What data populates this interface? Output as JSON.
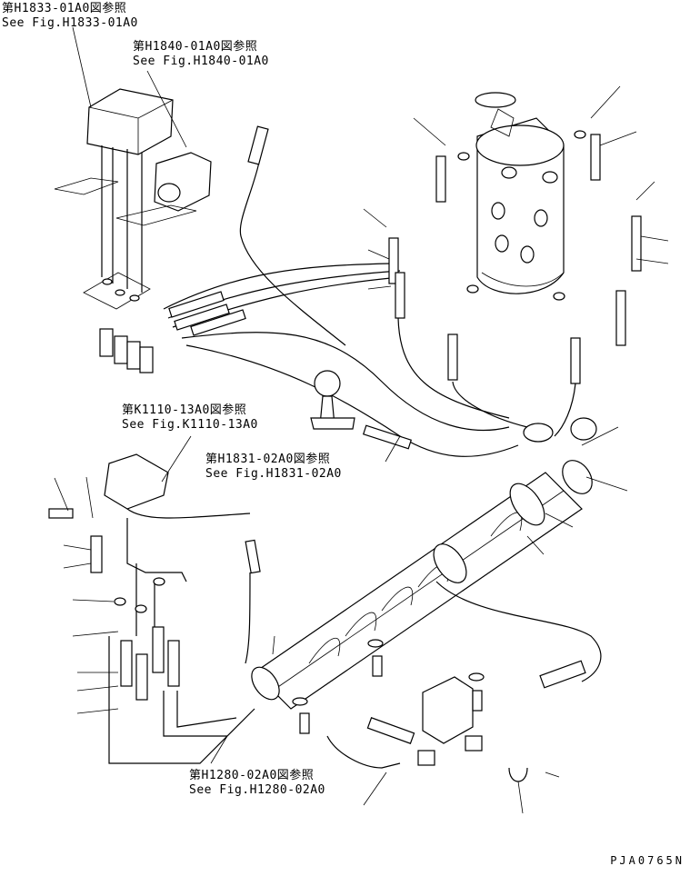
{
  "references": [
    {
      "id": "h1833",
      "jp": "第H1833-01A0図参照",
      "en": "See Fig.H1833-01A0"
    },
    {
      "id": "h1840",
      "jp": "第H1840-01A0図参照",
      "en": "See Fig.H1840-01A0"
    },
    {
      "id": "k1110",
      "jp": "第K1110-13A0図参照",
      "en": "See Fig.K1110-13A0"
    },
    {
      "id": "h1831",
      "jp": "第H1831-02A0図参照",
      "en": "See Fig.H1831-02A0"
    },
    {
      "id": "h1280",
      "jp": "第H1280-02A0図参照",
      "en": "See Fig.H1280-02A0"
    }
  ],
  "drawing_code": "PJA0765N",
  "colors": {
    "line": "#000000",
    "background": "#ffffff"
  }
}
